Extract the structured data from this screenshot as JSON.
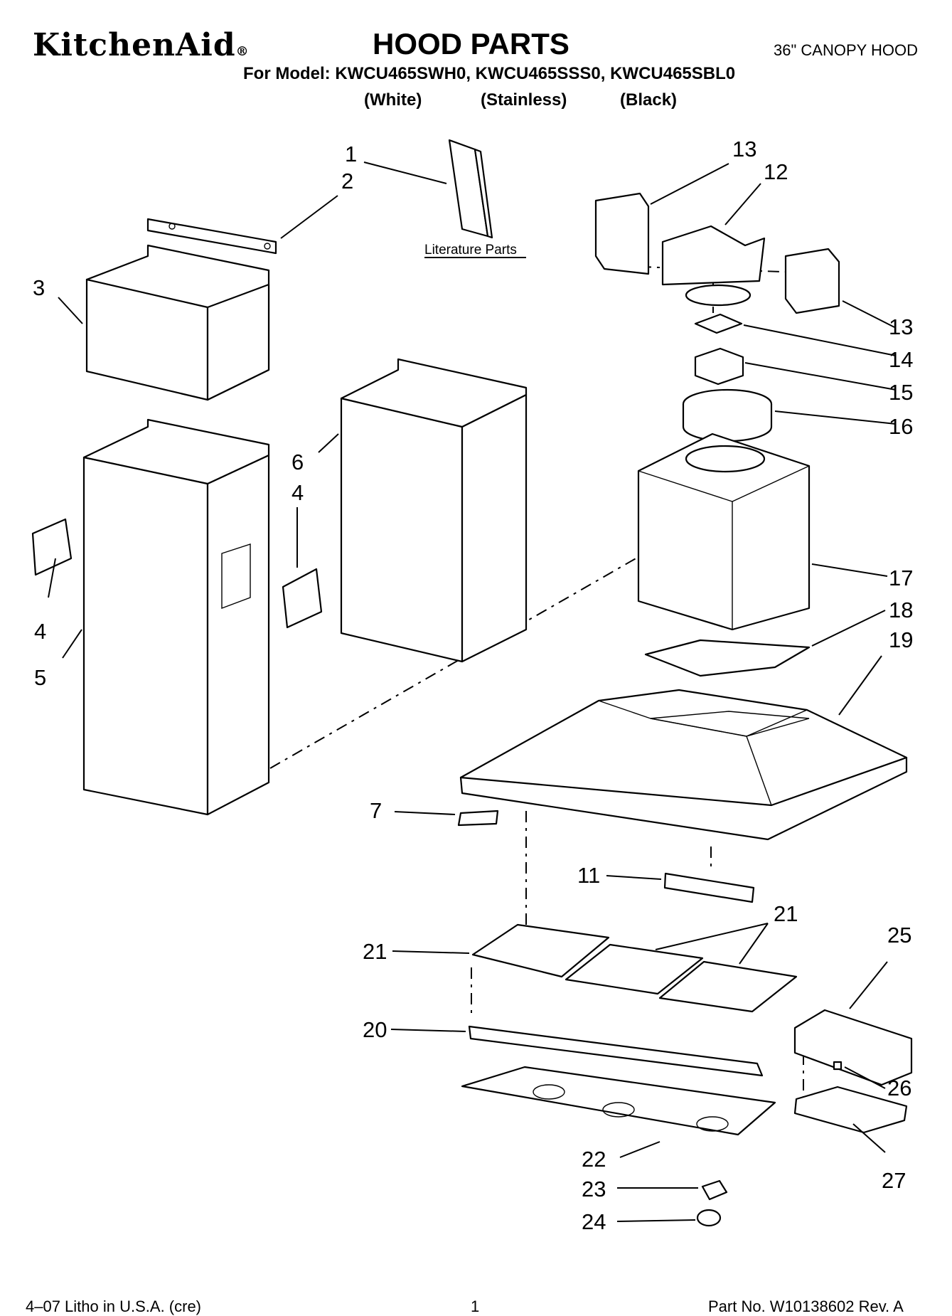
{
  "header": {
    "brand": "KitchenAid",
    "brand_mark": "®",
    "title": "HOOD PARTS",
    "hood_type": "36\" CANOPY HOOD",
    "model_line": "For Model: KWCU465SWH0, KWCU465SSS0, KWCU465SBL0",
    "variants": [
      "(White)",
      "(Stainless)",
      "(Black)"
    ]
  },
  "diagram": {
    "literature_label": "Literature Parts",
    "callouts": [
      "1",
      "2",
      "3",
      "4",
      "4",
      "5",
      "6",
      "7",
      "11",
      "12",
      "13",
      "13",
      "14",
      "15",
      "16",
      "17",
      "18",
      "19",
      "20",
      "21",
      "21",
      "22",
      "23",
      "24",
      "25",
      "26",
      "27"
    ]
  },
  "footer": {
    "print_info": "4–07 Litho in U.S.A. (cre)",
    "page": "1",
    "part_number": "Part No. W10138602 Rev. A"
  }
}
